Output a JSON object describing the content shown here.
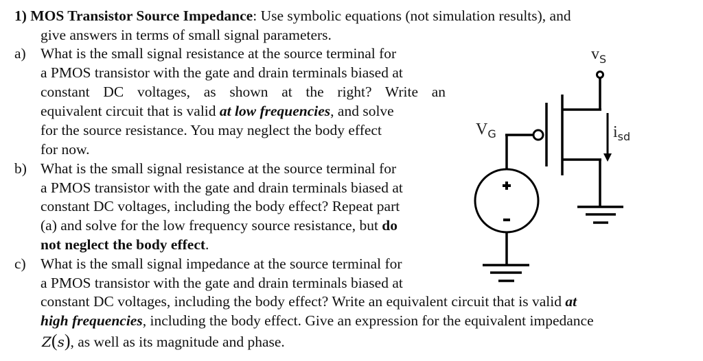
{
  "problem": {
    "number": "1)",
    "title": "MOS Transistor Source Impedance",
    "intro_rest": ": Use symbolic equations (not simulation results), and",
    "intro_line2": "give answers in terms of small signal parameters."
  },
  "part_a": {
    "label": "a)",
    "line1": "What is the small signal resistance at the source terminal for",
    "line2": "a PMOS transistor with the gate and drain terminals biased at",
    "line3": "constant DC voltages, as shown at the right?  Write an",
    "line4_pre": "equivalent circuit that is valid ",
    "line4_em": "at low frequencies",
    "line4_post": ", and solve",
    "line5": "for the source resistance.  You may neglect the body effect",
    "line6": "for now."
  },
  "part_b": {
    "label": "b)",
    "line1": "What is the small signal resistance at the source terminal for",
    "line2": "a PMOS transistor with the gate and drain terminals biased at",
    "line3": "constant DC voltages, including the body effect?  Repeat part",
    "line4_pre": "(a) and solve for the low frequency source resistance, but ",
    "line4_bold": "do",
    "line5_bold": "not neglect the body effect",
    "line5_post": "."
  },
  "part_c": {
    "label": "c)",
    "line1": "What is the small signal impedance at the source terminal for",
    "line2": "a PMOS transistor with the gate and drain terminals biased at",
    "line3_pre": "constant DC voltages, including the body effect?  Write an equivalent circuit that is valid ",
    "line3_em": "at",
    "line4_em": "high frequencies",
    "line4_post": ", including the body effect. Give an expression for the equivalent impedance",
    "line5_z": "Z",
    "line5_s": "s",
    "line5_post": ", as well as its magnitude and phase."
  },
  "circuit": {
    "vs_label": "v",
    "vs_sub": "S",
    "vg_label": "V",
    "vg_sub": "G",
    "isd_label": "i",
    "isd_sub": "sd",
    "source_plus": "+",
    "source_minus": "-",
    "stroke_color": "#000000"
  }
}
